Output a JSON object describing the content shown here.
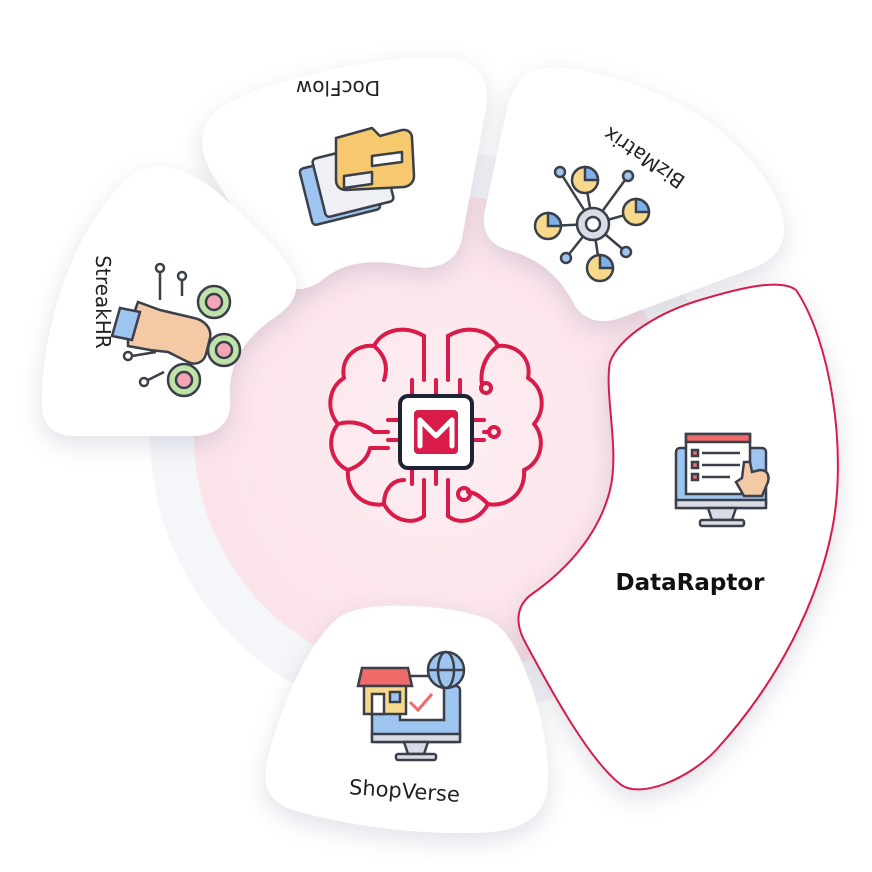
{
  "hub": {
    "logo_letter": "M",
    "accent_color": "#d81b48",
    "ring_color": "#fde7ee"
  },
  "modules": [
    {
      "id": "docflow",
      "label": "DocFlow",
      "icon": "folder-documents-icon"
    },
    {
      "id": "bizmatrix",
      "label": "BizMatrix",
      "icon": "analytics-network-icon"
    },
    {
      "id": "dataraptor",
      "label": "DataRaptor",
      "icon": "monitor-form-click-icon",
      "selected": true
    },
    {
      "id": "shopverse",
      "label": "ShopVerse",
      "icon": "storefront-globe-icon"
    },
    {
      "id": "streakhr",
      "label": "StreakHR",
      "icon": "hand-touch-network-icon"
    }
  ]
}
